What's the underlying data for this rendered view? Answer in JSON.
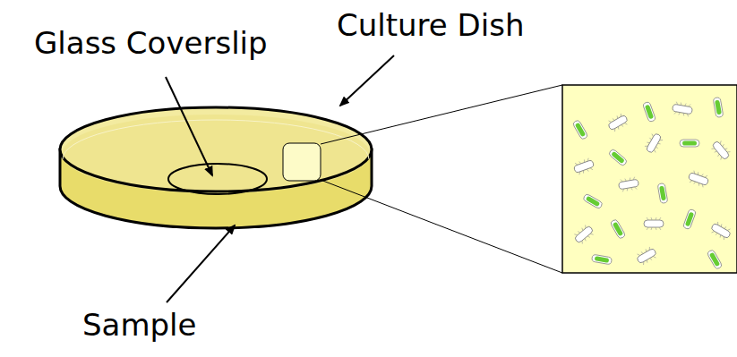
{
  "diagram": {
    "labels": [
      "Glass Coverslip",
      "Culture Dish",
      "Sample"
    ]
  }
}
